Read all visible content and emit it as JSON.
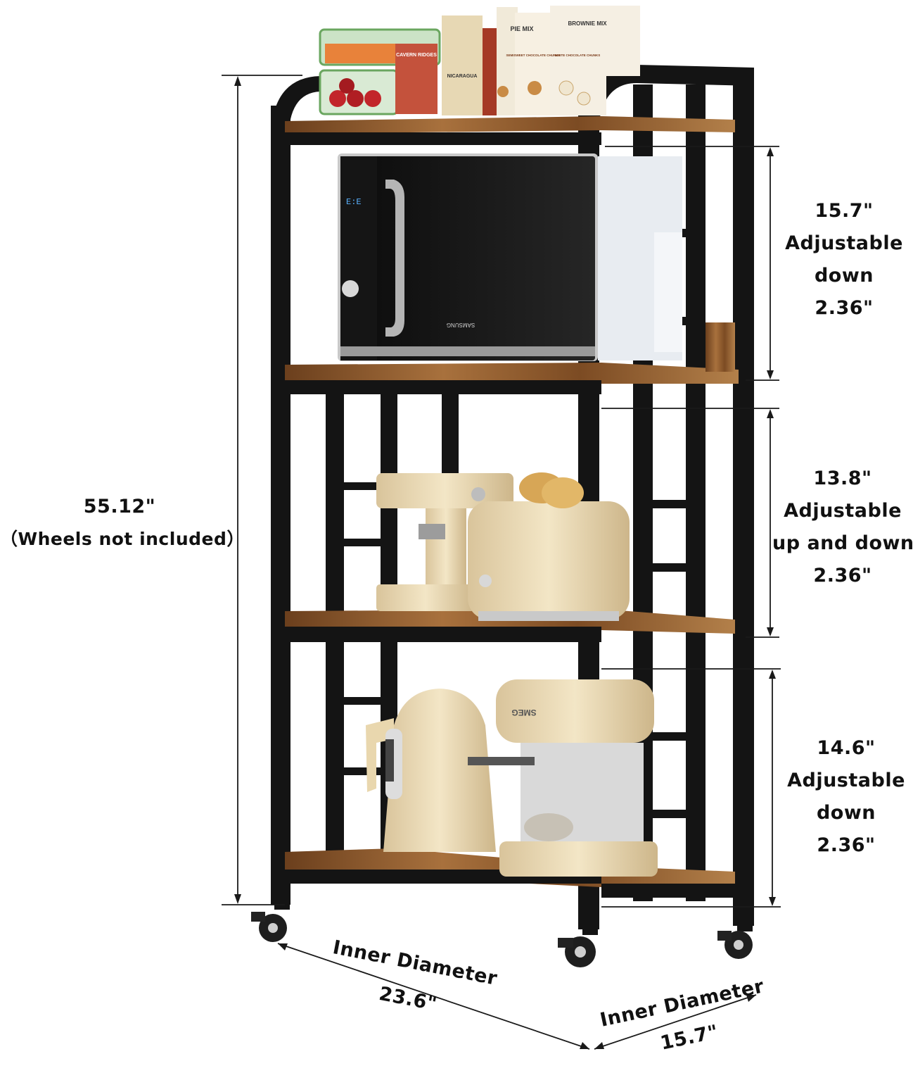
{
  "dimensions": {
    "total_height": "55.12\"",
    "total_note": "（Wheels not included）",
    "tier_top": [
      "15.7\"",
      "Adjustable",
      "down",
      "2.36\""
    ],
    "tier_middle": [
      "13.8\"",
      "Adjustable",
      "up and down",
      "2.36\""
    ],
    "tier_bottom": [
      "14.6\"",
      "Adjustable",
      "down",
      "2.36\""
    ],
    "width": [
      "Inner Diameter",
      "23.6\""
    ],
    "depth": [
      "Inner Diameter",
      "15.7\""
    ]
  },
  "product_labels": {
    "food_bag_1": "CAVERN RIDGES",
    "food_bag_2": "NICARAGUA",
    "box_1": "SEMISWEET CHOCOLATE CHUNKS",
    "box_2": "WHITE CHOCOLATE CHUNKS",
    "box_3": "PIE MIX",
    "box_4": "BROWNIE MIX",
    "microwave_brand": "SAMSUNG",
    "mixer_brand": "SMEG"
  },
  "colors": {
    "frame": "#141414",
    "wood": "#8a5a2e",
    "cream": "#efe0bd",
    "dimension_line": "#1a1a1a"
  }
}
